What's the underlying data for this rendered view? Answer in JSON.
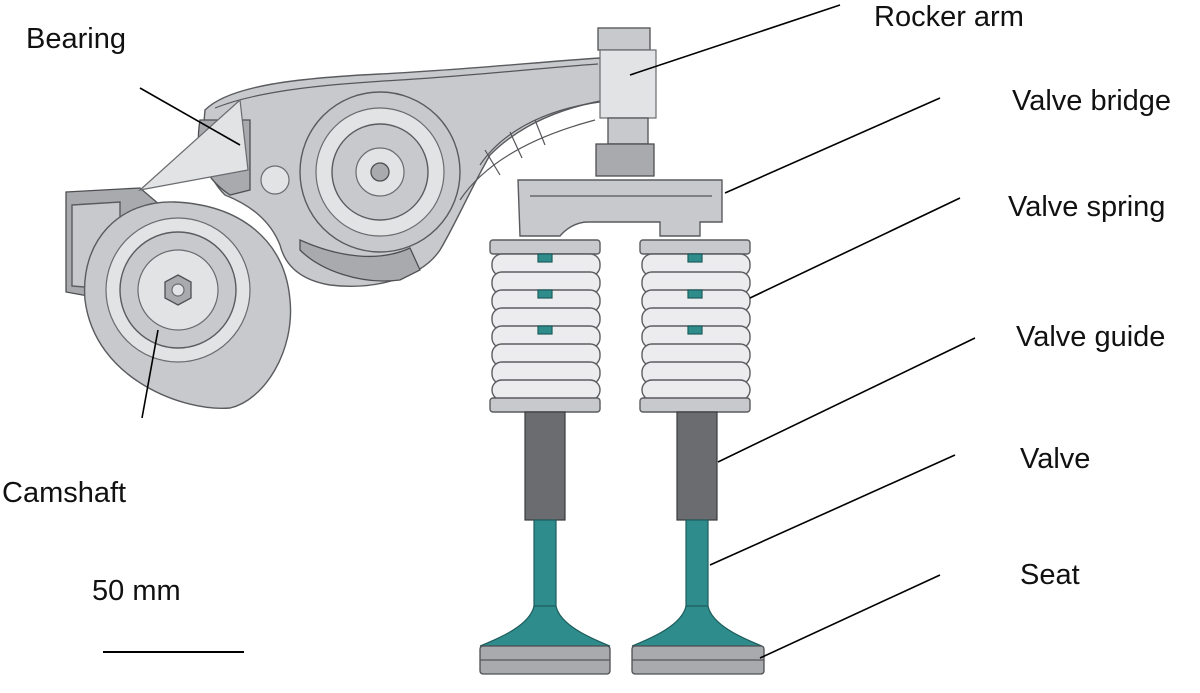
{
  "labels": {
    "rocker_arm": "Rocker arm",
    "bearing": "Bearing",
    "valve_bridge": "Valve bridge",
    "valve_spring": "Valve spring",
    "valve_guide": "Valve guide",
    "camshaft": "Camshaft",
    "valve": "Valve",
    "seat": "Seat"
  },
  "scale_bar": {
    "label": "50 mm"
  },
  "colors": {
    "metal": "#c8c9cc",
    "valve_teal": "#2f8c8c",
    "guide_dark": "#6b6c6f",
    "spring_light": "#ececee"
  }
}
